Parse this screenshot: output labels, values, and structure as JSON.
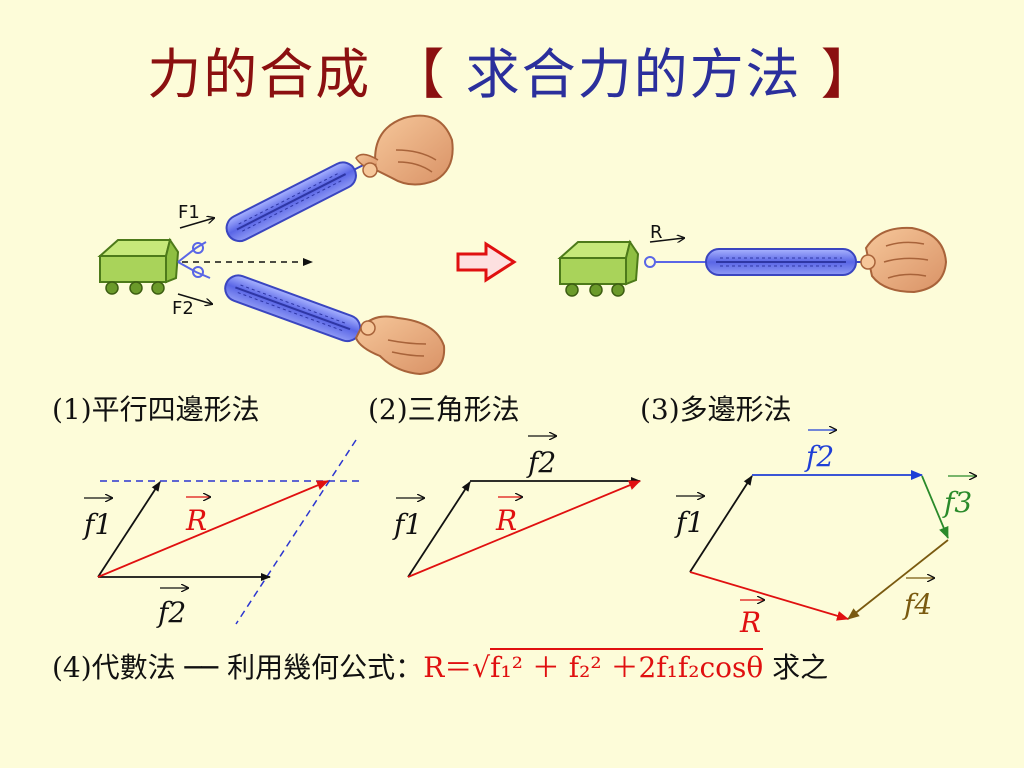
{
  "title": {
    "part1": "力的合成",
    "bracket_open": "【",
    "part2": "求合力的方法",
    "bracket_close": "】"
  },
  "top_illustration": {
    "left_labels": {
      "f1": "F1",
      "f2": "F2"
    },
    "right_label": "R"
  },
  "methods": {
    "m1": "(1)平行四邊形法",
    "m2": "(2)三角形法",
    "m3": "(3)多邊形法"
  },
  "vector_labels": {
    "f1": "f1",
    "f2": "f2",
    "f3": "f3",
    "f4": "f4",
    "R": "R"
  },
  "formula": {
    "prefix": "(4)代數法 ── 利用幾何公式：",
    "lhs": "R＝",
    "sqrt": "√",
    "radicand": "f₁² ＋ f₂² ＋2f₁f₂cosθ",
    "suffix": " 求之"
  },
  "colors": {
    "title_red": "#8b1010",
    "title_blue": "#2b2f9c",
    "resultant": "#e01010",
    "f2_poly": "#1f3fd6",
    "f3_poly": "#2a8a2a",
    "f4_poly": "#7a5a10",
    "dash_blue": "#2b35d0"
  }
}
